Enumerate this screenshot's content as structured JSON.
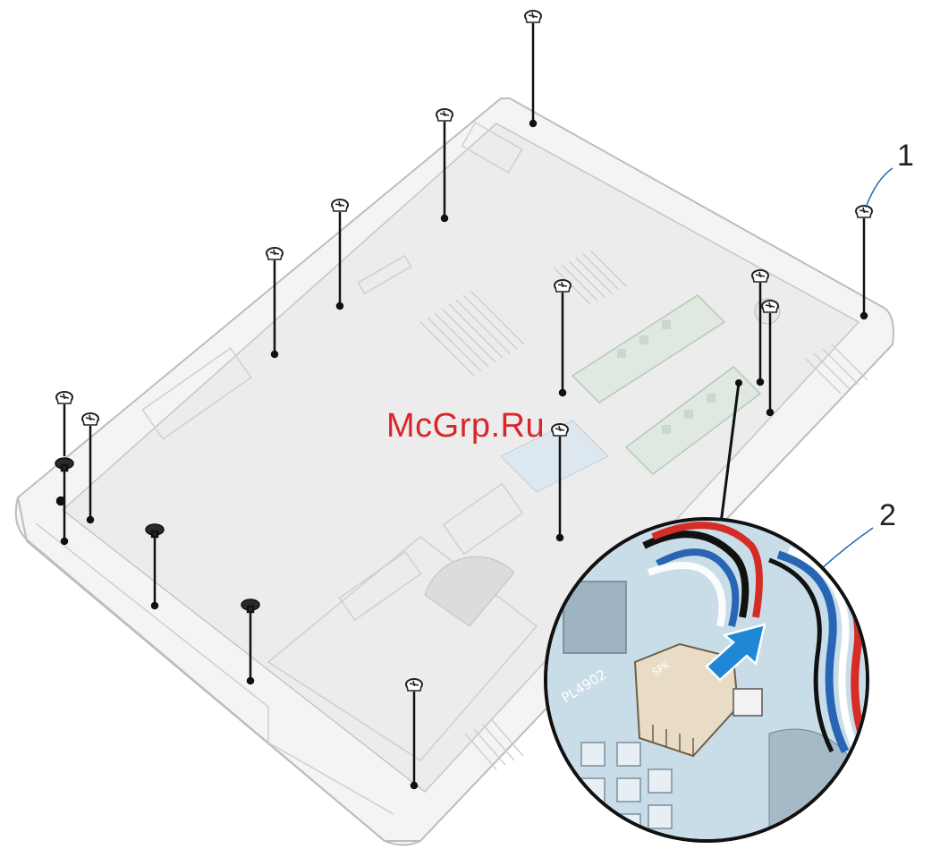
{
  "callouts": {
    "one": "1",
    "two": "2"
  },
  "watermark": "McGrp.Ru",
  "magnified_view": {
    "board_label": "PL4902",
    "connector_label": "SPK"
  },
  "colors": {
    "outline": "#2b2b2b",
    "chassis_fill": "#f2f2f2",
    "board_fill": "#cfe0ea",
    "arrow": "#1e88d6",
    "wire_red": "#d62c26",
    "wire_blue": "#2866b5",
    "watermark": "#d9262b"
  },
  "icons": [
    "screw-icon",
    "arrow-icon",
    "speaker-connector-icon"
  ]
}
